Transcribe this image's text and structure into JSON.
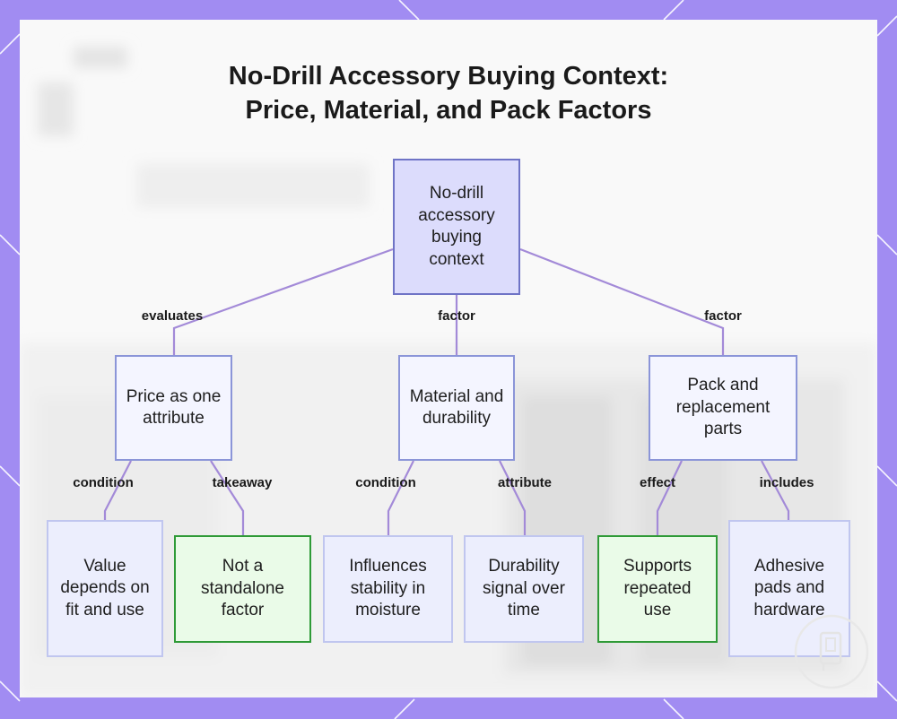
{
  "title": "No-Drill Accessory Buying Context:\nPrice, Material, and Pack Factors",
  "nodes": {
    "root": "No-drill accessory buying context",
    "price": "Price as one attribute",
    "material": "Material and durability",
    "pack": "Pack and replacement parts",
    "value_fit": "Value depends on fit and use",
    "not_standalone": "Not a standalone factor",
    "stability": "Influences stability in moisture",
    "durability_signal": "Durability signal over time",
    "repeated_use": "Supports repeated use",
    "adhesive": "Adhesive pads and hardware"
  },
  "edge_labels": {
    "evaluates": "evaluates",
    "factor_material": "factor",
    "factor_pack": "factor",
    "condition_price": "condition",
    "takeaway": "takeaway",
    "condition_material": "condition",
    "attribute": "attribute",
    "effect": "effect",
    "includes": "includes"
  },
  "colors": {
    "frame": "#a18cf2",
    "edge": "#a38ad8",
    "root_fill": "#dcdcfc",
    "highlight_border": "#2f9a37",
    "highlight_fill": "#eafbe8"
  }
}
